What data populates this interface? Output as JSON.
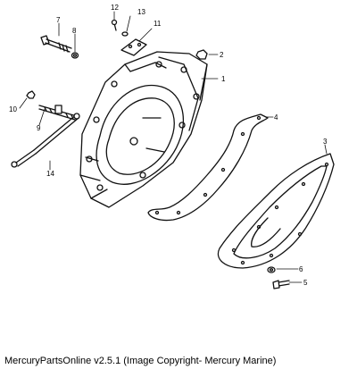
{
  "callouts": {
    "c1": "1",
    "c2": "2",
    "c3": "3",
    "c4": "4",
    "c5": "5",
    "c6": "6",
    "c7": "7",
    "c8": "8",
    "c9": "9",
    "c10": "10",
    "c11": "11",
    "c12": "12",
    "c13": "13",
    "c14": "14"
  },
  "footer": {
    "caption": "MercuryPartsOnline v2.5.1 (Image Copyright- Mercury Marine)"
  }
}
